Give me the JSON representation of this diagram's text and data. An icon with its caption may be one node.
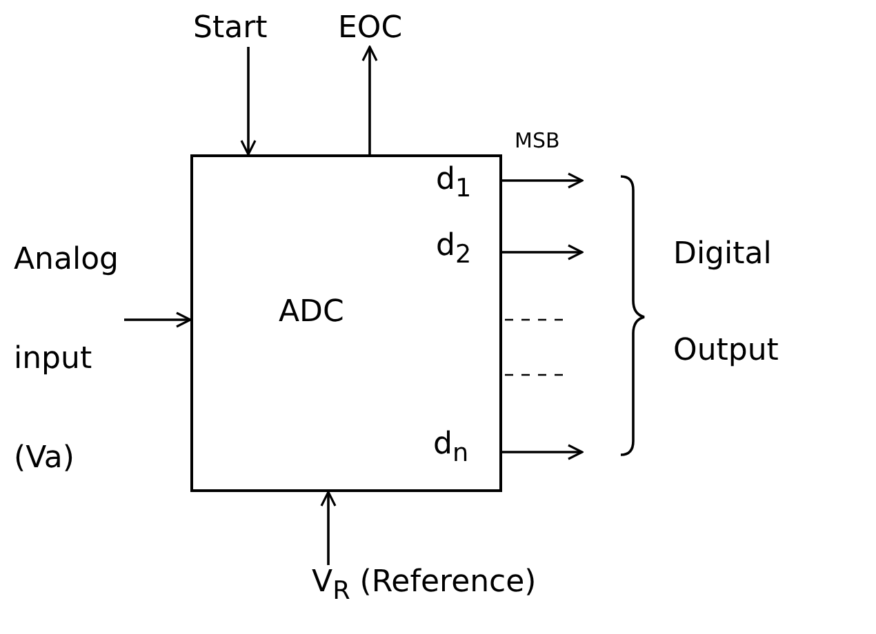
{
  "diagram": {
    "nodes": [
      {
        "text": [
          "ADC"
        ]
      },
      {
        "text": [
          "Start"
        ]
      },
      {
        "text": [
          "EOC"
        ]
      },
      {
        "text": [
          "Analog input (Va)"
        ]
      },
      {
        "text": [
          "V$_{R}$ (Reference)"
        ]
      }
    ],
    "edges": [
      {
        "from": 1,
        "to": 0,
        "arrow": "to"
      },
      {
        "from": 0,
        "to": 2,
        "arrow": "to"
      },
      {
        "from": 3,
        "to": 0,
        "arrow": "to"
      },
      {
        "from": 0,
        "to": null,
        "arrow": "to",
        "label": "MSB"
      },
      {
        "from": 0,
        "to": null,
        "arrow": "to"
      },
      {
        "from": 0,
        "to": null,
        "arrow": "to"
      },
      {
        "from": 4,
        "to": 0,
        "arrow": "to"
      }
    ],
    "labels": [
      "d$_{1}$",
      "d$_{2}$",
      "Digital Output",
      "d$_{n}$"
    ]
  }
}
